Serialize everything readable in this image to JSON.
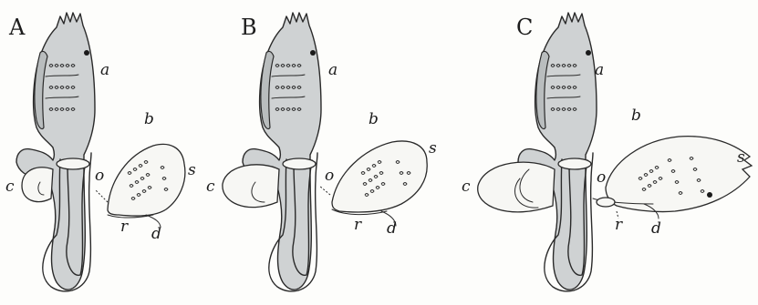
{
  "panels": [
    {
      "letter": "A",
      "labels": {
        "a": "a",
        "b": "b",
        "s": "s",
        "c": "c",
        "o": "o",
        "r": "r",
        "d": "d"
      }
    },
    {
      "letter": "B",
      "labels": {
        "a": "a",
        "b": "b",
        "s": "s",
        "c": "c",
        "o": "o",
        "r": "r",
        "d": "d"
      }
    },
    {
      "letter": "C",
      "labels": {
        "a": "a",
        "b": "b",
        "s": "s",
        "c": "c",
        "o": "o",
        "r": "r",
        "d": "d"
      }
    }
  ],
  "colors": {
    "body": "#cfd2d3",
    "ink": "#2a2a2a",
    "paper": "#fdfdfb"
  }
}
